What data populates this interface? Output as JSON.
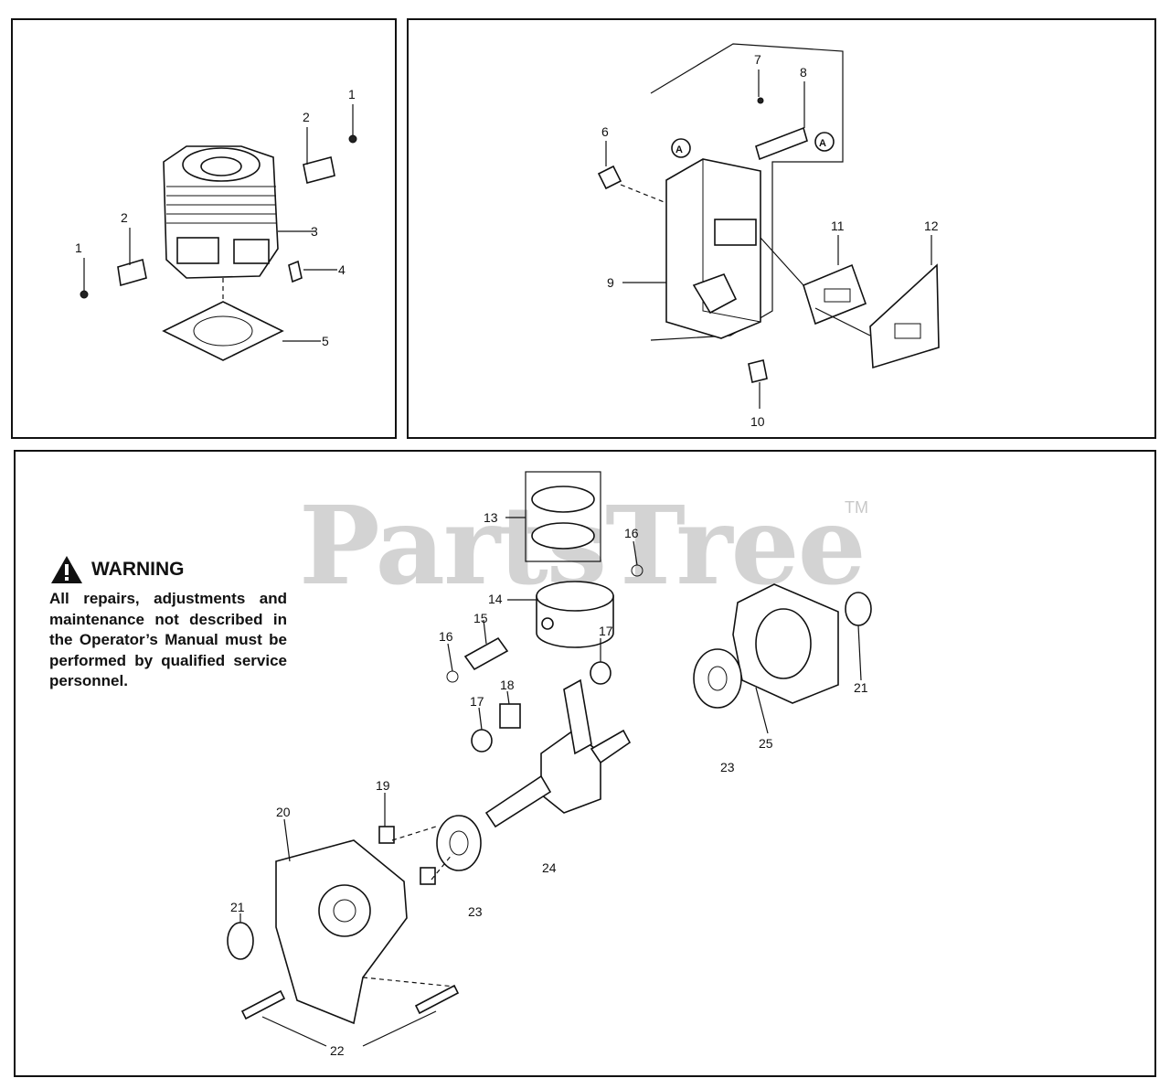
{
  "watermark": {
    "brand": "PartsTree",
    "trademark": "TM"
  },
  "warning": {
    "heading": "WARNING",
    "text": "All repairs, adjustments and maintenance not described in the Operator’s Manual must be performed by qualified service personnel."
  },
  "reference_marker": "A",
  "callouts": {
    "cylinder": [
      "1",
      "2",
      "2",
      "1",
      "3",
      "4",
      "5"
    ],
    "muffler": [
      "6",
      "7",
      "8",
      "9",
      "10",
      "11",
      "12"
    ],
    "crankcase": [
      "13",
      "14",
      "15",
      "16",
      "16",
      "17",
      "17",
      "18",
      "19",
      "20",
      "21",
      "21",
      "22",
      "23",
      "23",
      "24",
      "25"
    ]
  }
}
